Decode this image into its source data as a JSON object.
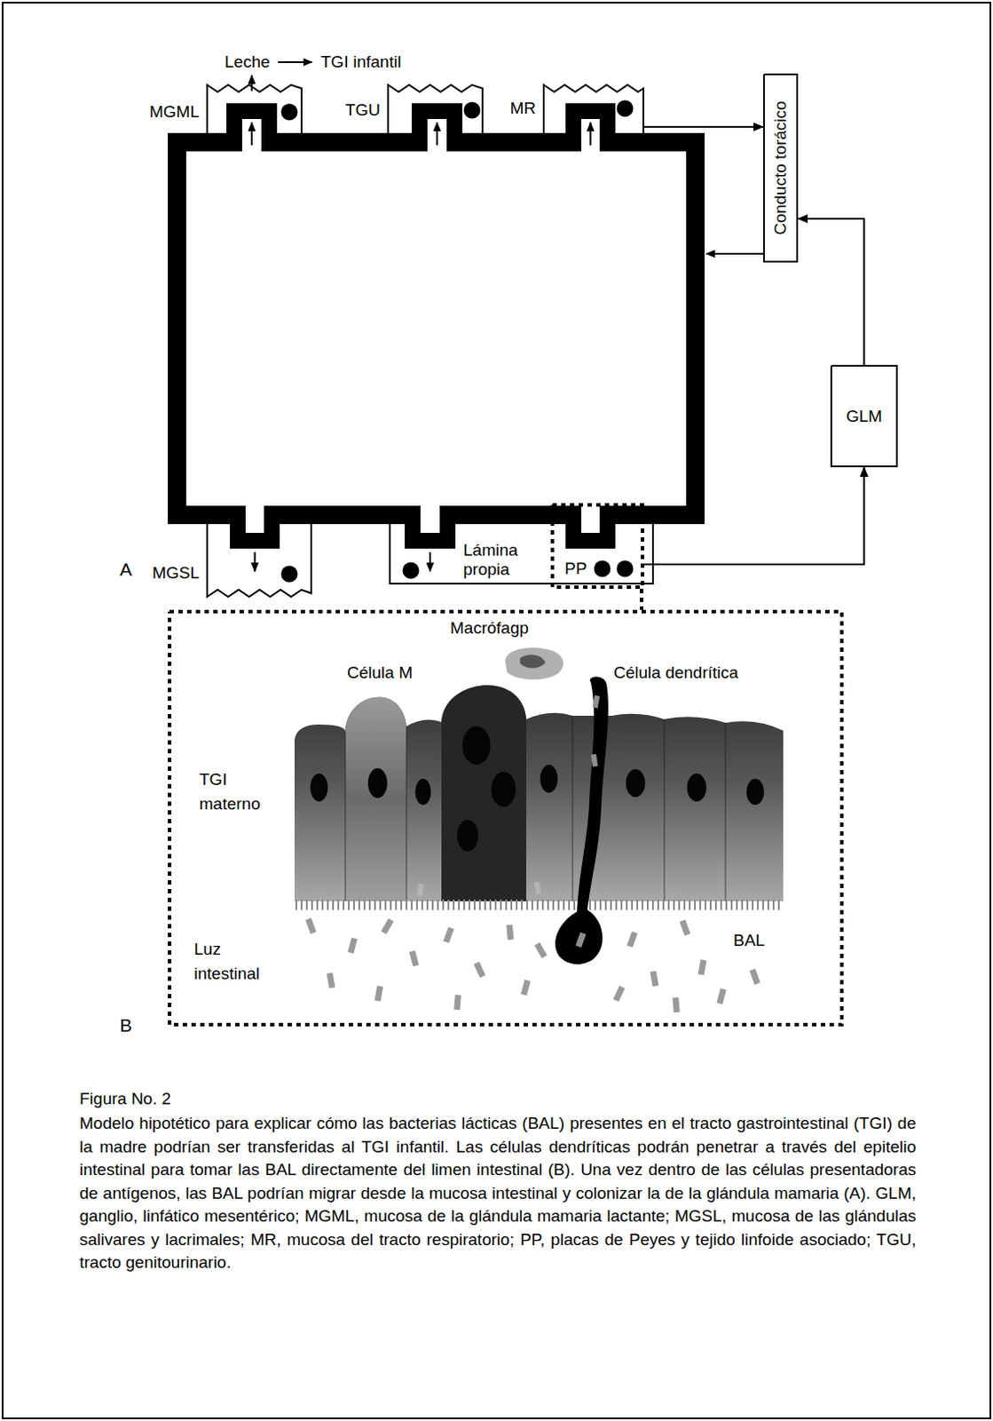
{
  "diagram": {
    "title": "Figura No. 2",
    "caption": "Modelo hipotético para explicar cómo las bacterias lácticas (BAL) presentes en el tracto gastrointestinal (TGI) de la madre podrían ser transferidas al TGI infantil. Las células dendríticas podrán penetrar a través del epitelio intestinal para tomar las BAL directamente del limen intestinal (B). Una vez dentro de las células presentadoras de antígenos, las BAL podrían migrar desde la mucosa intestinal y colonizar la de la glándula mamaria (A). GLM, ganglio, linfático mesentérico; MGML, mucosa de la glándula mamaria lactante; MGSL, mucosa de las glándulas salivares y lacrimales; MR, mucosa del tracto respiratorio; PP, placas de Peyes y tejido linfoide asociado; TGU, tracto genitourinario.",
    "nodes": [
      {
        "text": [
          "MGML"
        ]
      },
      {
        "text": [
          "TGU"
        ]
      },
      {
        "text": [
          "MR"
        ]
      },
      {
        "text": [
          "Conducto torácico"
        ]
      },
      {
        "text": [
          "GLM"
        ]
      },
      {
        "text": [
          "MGSL"
        ]
      },
      {
        "text": [
          "Lámina propia"
        ]
      },
      {
        "text": [
          "PP"
        ],
        "in": 6
      },
      {
        "text": [
          "Macrófagp",
          "Célula M",
          "Célula dendrítica",
          "TGI materno",
          "Luz intestinal",
          "BAL"
        ]
      }
    ],
    "edges": [
      {
        "from": 7,
        "to": 4,
        "arrow": "to"
      },
      {
        "from": 4,
        "to": 3,
        "arrow": "to"
      },
      {
        "from": 2,
        "to": 3,
        "arrow": "to"
      },
      {
        "from": 7,
        "to": 8,
        "arrow": "none"
      }
    ],
    "labels": [
      "Leche",
      "TGI infantil",
      "A",
      "B"
    ]
  }
}
